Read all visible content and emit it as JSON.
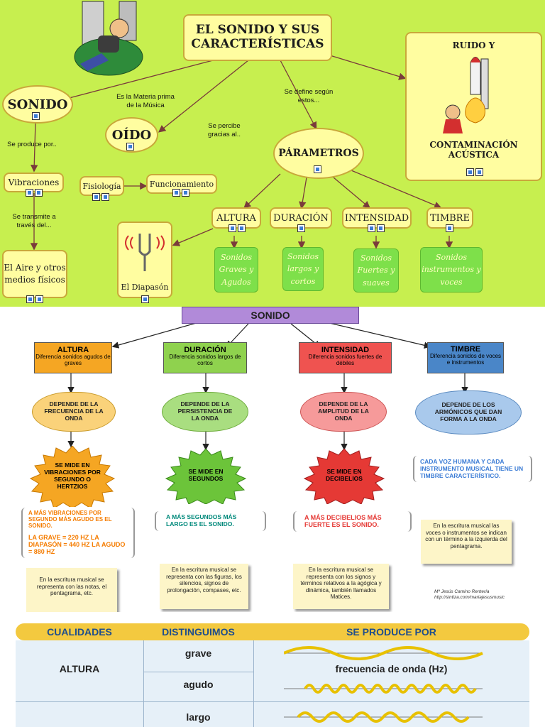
{
  "mapa": {
    "titulo": "EL SONIDO Y SUS CARACTERÍSTICAS",
    "ruido_titulo": "RUIDO  Y",
    "ruido_sub": "CONTAMINACIÓN ACÚSTICA",
    "sonido": "SONIDO",
    "oido": "OÍDO",
    "parametros": "PÁRAMETROS",
    "vibraciones": "Vibraciones",
    "fisiologia": "Fisiología",
    "funcionamiento": "Funcionamiento",
    "aire": "El Aire y otros medios físicos",
    "diapason": "El Diapasón",
    "altura": "ALTURA",
    "duracion": "DURACIÓN",
    "intensidad": "INTENSIDAD",
    "timbre": "TIMBRE",
    "g_altura": "Sonidos Graves y Agudos",
    "g_duracion": "Sonidos largos y cortos",
    "g_intensidad": "Sonidos Fuertes y suaves",
    "g_timbre": "Sonidos instrumentos y voces",
    "lbl_materia": "Es la Materia prima de la Música",
    "lbl_define": "Se define según estos...",
    "lbl_percibe": "Se percibe gracias al..",
    "lbl_produce": "Se produce por..",
    "lbl_transmite": "Se transmite a través del..."
  },
  "esquema": {
    "sonido": "SONIDO",
    "columnas": [
      {
        "titulo": "ALTURA",
        "sub": "Diferencia sonidos agudos de graves",
        "depende": "DEPENDE DE LA FRECUENCIA DE LA ONDA",
        "mide": "SE MIDE EN VIBRACIONES POR SEGUNDO O HERTZIOS",
        "nota_llave1": "A MÁS VIBRACIONES POR SEGUNDO MÁS AGUDO ES EL SONIDO.",
        "nota_llave2": "LA GRAVE = 220 HZ LA DIAPASÓN = 440 HZ LA AGUDO = 880 HZ",
        "escritura": "En la escritura musical se representa con las notas, el pentagrama, etc."
      },
      {
        "titulo": "DURACIÓN",
        "sub": "Diferencia sonidos largos de cortos",
        "depende": "DEPENDE DE LA PERSISTENCIA DE LA ONDA",
        "mide": "SE MIDE EN SEGUNDOS",
        "nota_llave1": "A MÁS SEGUNDOS MÁS LARGO ES EL SONIDO.",
        "nota_llave2": "",
        "escritura": "En la escritura musical se representa con las figuras, los silencios, signos de prolongación, compases, etc."
      },
      {
        "titulo": "INTENSIDAD",
        "sub": "Diferencia sonidos fuertes de débiles",
        "depende": "DEPENDE DE LA AMPLITUD DE LA ONDA",
        "mide": "SE MIDE EN DECIBELIOS",
        "nota_llave1": "A MÁS DECIBELIOS MÁS FUERTE ES EL SONIDO.",
        "nota_llave2": "",
        "escritura": "En la escritura musical se representa con los signos y términos relativos a la agógica y dinámica, también llamados Matices."
      },
      {
        "titulo": "TIMBRE",
        "sub": "Diferencia sonidos de voces e instrumentos",
        "depende": "DEPENDE DE LOS ARMÓNICOS QUE DAN FORMA A LA ONDA",
        "mide": "",
        "nota_llave1": "CADA VOZ HUMANA Y CADA INSTRUMENTO MUSICAL TIENE UN TIMBRE CARACTERÍSTICO.",
        "nota_llave2": "",
        "escritura": "En la escritura musical las voces o instrumentos se indican con un término a la izquierda del pentagrama."
      }
    ],
    "autor": "Mª Jesús Camino Rentería",
    "url": "http://sintiza.com/mariajesusmusic"
  },
  "tabla": {
    "cabeceras": [
      "CUALIDADES",
      "DISTINGUIMOS",
      "SE PRODUCE POR"
    ],
    "fila_altura": {
      "cualidad": "ALTURA",
      "d1": "grave",
      "d2": "agudo",
      "produce": "frecuencia de onda (Hz)"
    },
    "fila_duracion": {
      "d1": "largo"
    }
  },
  "colores": {
    "fondo_mapa": "#c7ef4f",
    "altura": "#f5a623",
    "duracion": "#8fd24e",
    "intensidad": "#ef5350",
    "timbre": "#4a86c8",
    "sonido_banner": "#b18ad9"
  }
}
